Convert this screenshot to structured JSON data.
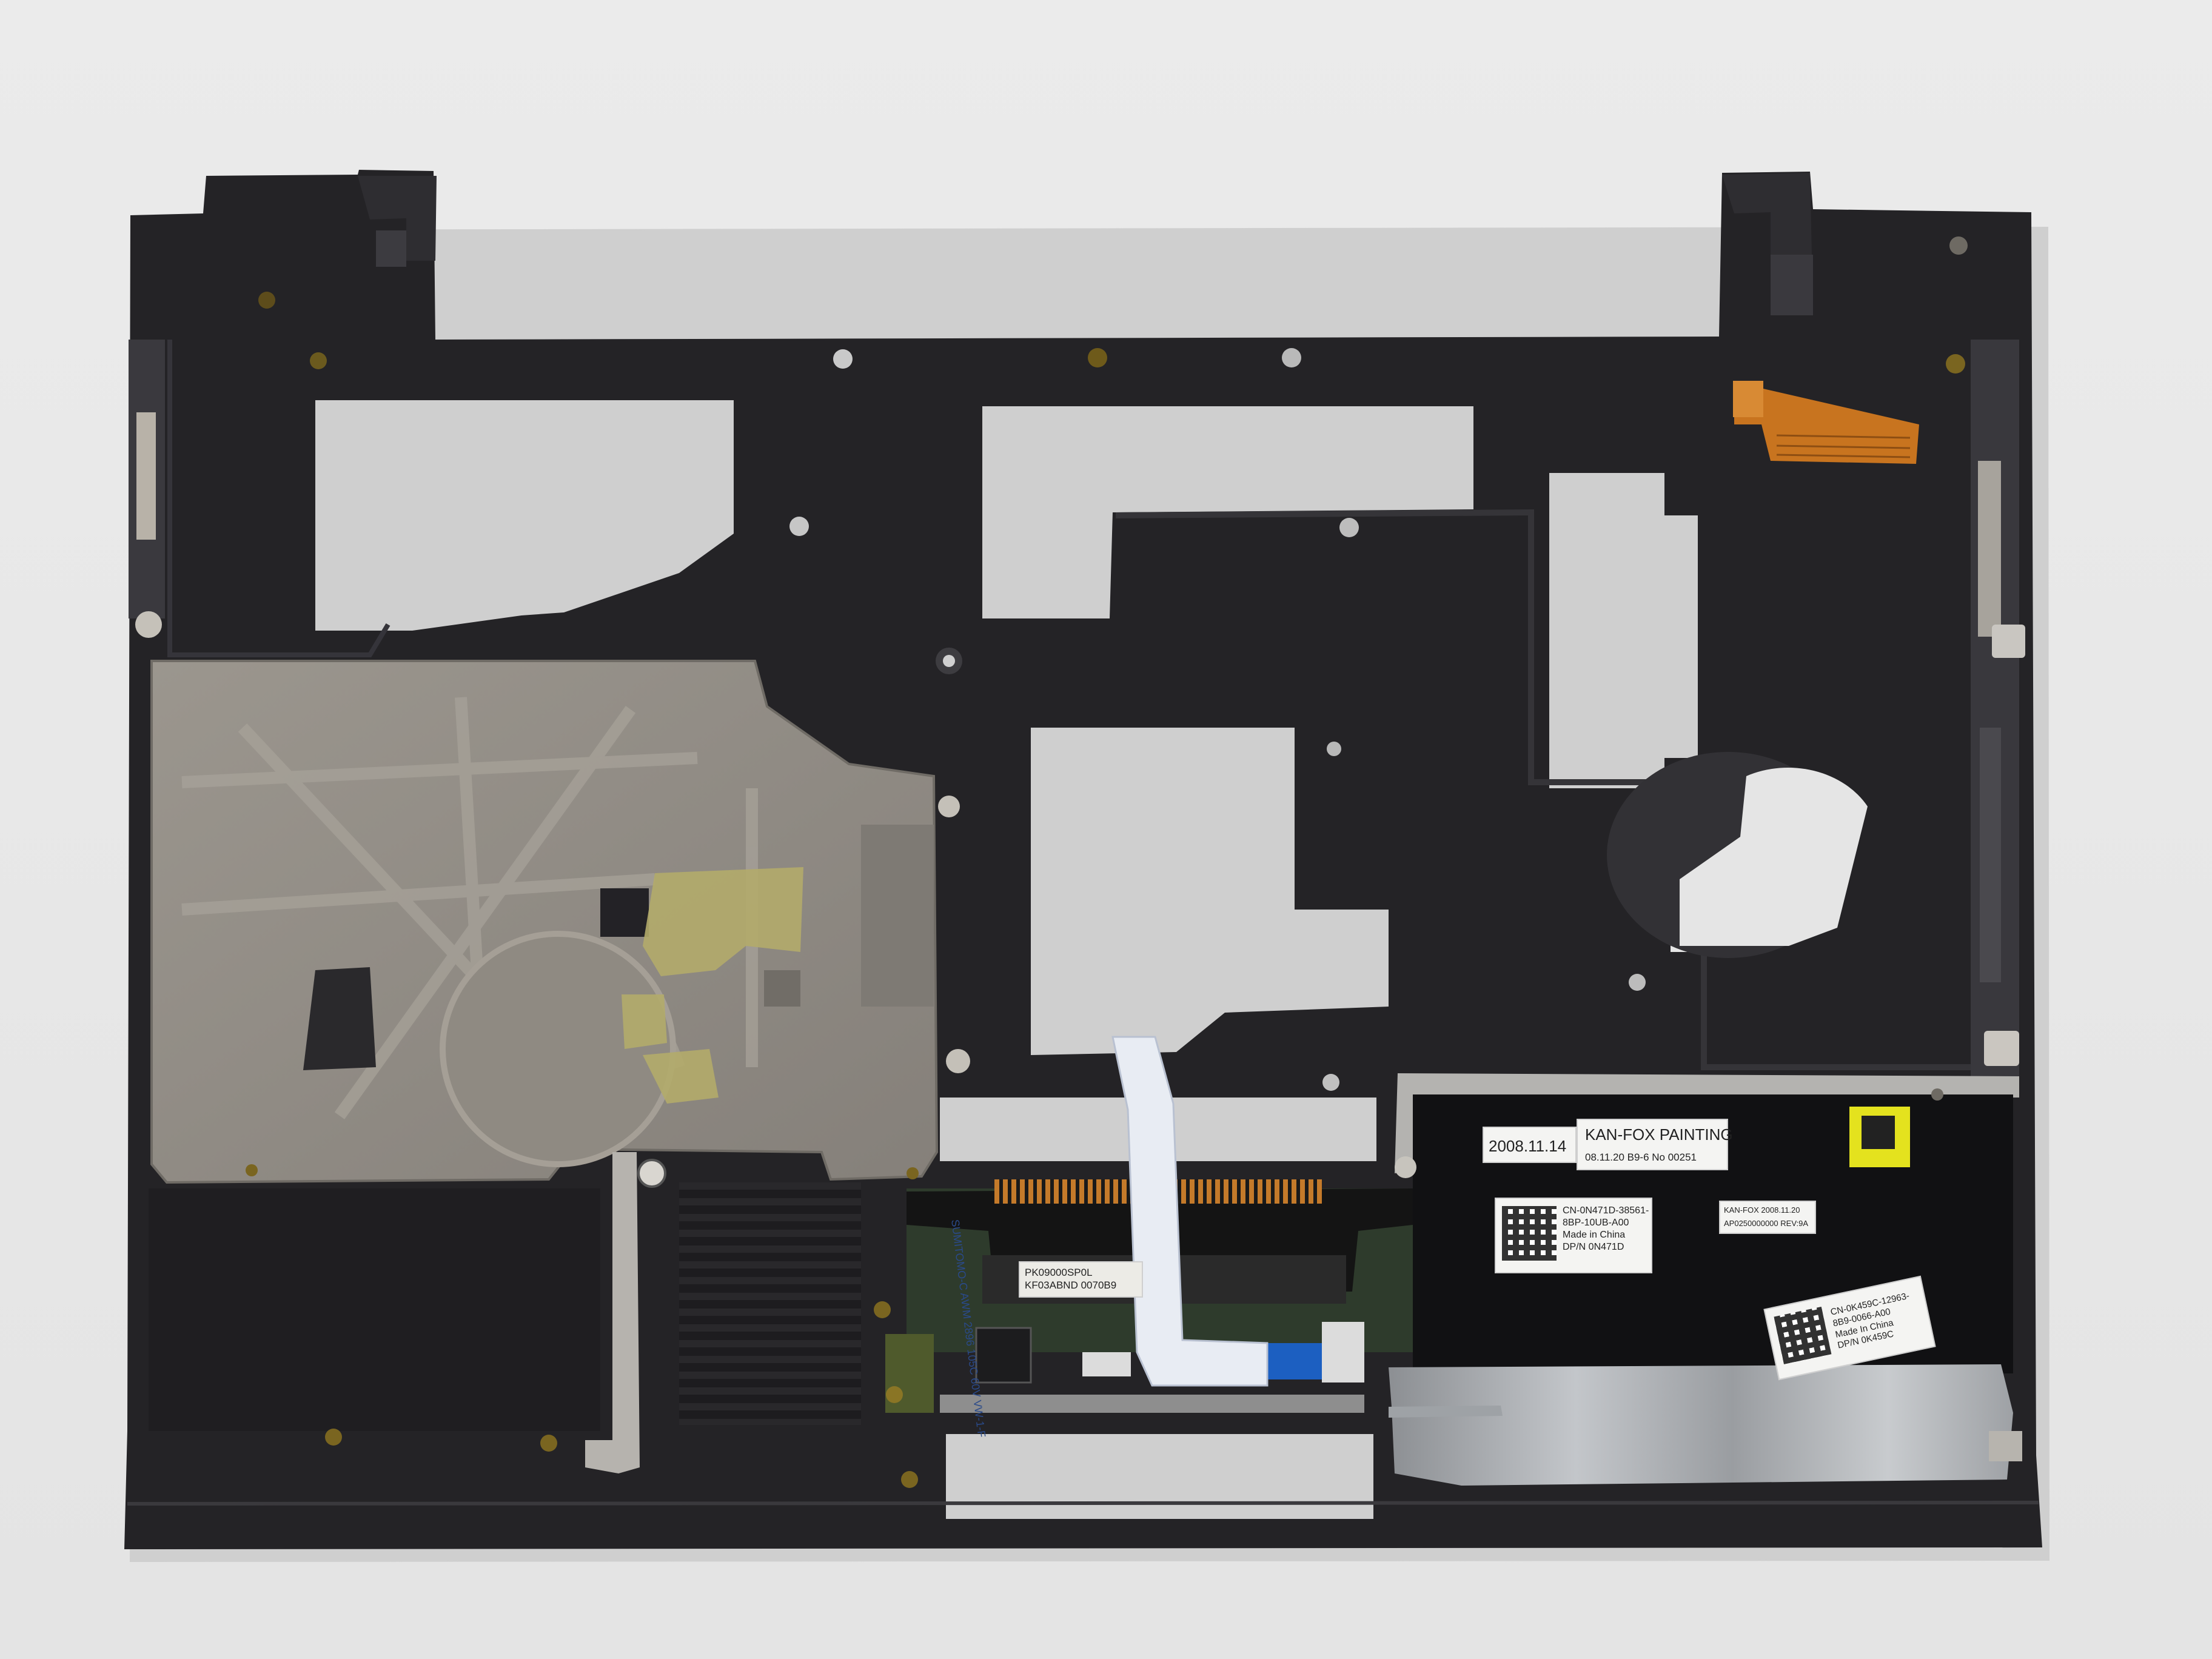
{
  "labels": {
    "date_stamp": "2008.11.14",
    "painting_title": "KAN-FOX PAINTING",
    "painting_code": "08.11.20 B9-6 No 00251",
    "part_label": {
      "line1": "CN-0N471D-38561-",
      "line2": "8BP-10UB-A00",
      "line3": "Made in China",
      "line4": "DP/N 0N471D"
    },
    "kanfox_small": {
      "line1": "KAN-FOX 2008.11.20",
      "line2": "AP0250000000 REV:9A"
    },
    "board_sticker": {
      "line1": "PK09000SP0L",
      "line2": "KF03ABND 0070B9"
    },
    "right_label": {
      "line1": "CN-0K459C-12963-",
      "line2": "8B9-0066-A00",
      "line3": "Made In China",
      "line4": "DP/N 0K459C"
    },
    "flex_text": "SUMITOMO-C AWM 2896 105C 60V VW-1-F"
  },
  "colors": {
    "background": "#e9e9e9",
    "plastic_frame": "#242326",
    "metal_plate": "#8f8a83",
    "copper_flex": "#c8741f",
    "foil": "#a9acb0",
    "yellow_label": "#e4e21e",
    "pcb": "#2e3b2c"
  }
}
